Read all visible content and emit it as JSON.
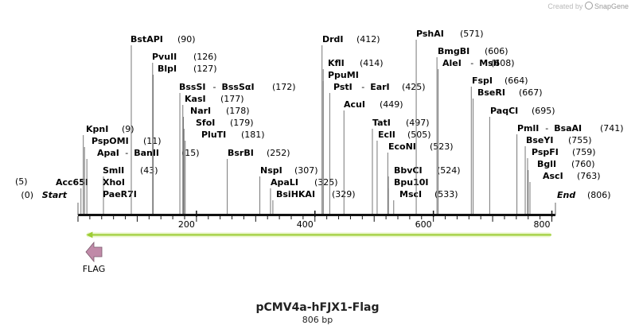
{
  "credit": {
    "prefix": "Created by",
    "brand": "SnapGene"
  },
  "map": {
    "title": "pCMV4a-hFJX1-Flag",
    "length_label": "806 bp",
    "sequence_length": 806,
    "ruler": {
      "ticks": [
        "200",
        "400",
        "600",
        "800"
      ]
    },
    "endpoints": [
      {
        "name": "Start",
        "position": 0,
        "label": "(0)"
      },
      {
        "name": "End",
        "position": 806,
        "label": "(806)"
      }
    ],
    "features": [
      {
        "name": "",
        "type": "insert-bar",
        "start": 14,
        "end": 799,
        "color": "#9ccc33"
      },
      {
        "name": "FLAG",
        "type": "arrow",
        "position": 30,
        "direction": "left",
        "color": "#c08aa8"
      }
    ],
    "sites": [
      {
        "names": [
          "Acc65I"
        ],
        "pos_label": "(5)",
        "position": 5
      },
      {
        "names": [
          "KpnI"
        ],
        "pos_label": "(9)",
        "position": 9
      },
      {
        "names": [
          "PspOMI"
        ],
        "pos_label": "(11)",
        "position": 11
      },
      {
        "names": [
          "ApaI",
          "BanII"
        ],
        "pos_label": "(15)",
        "position": 15
      },
      {
        "names": [
          "SmlI"
        ],
        "pos_label": "(43)",
        "position": 43
      },
      {
        "names": [
          "XhoI"
        ],
        "pos_label": "",
        "position": 43
      },
      {
        "names": [
          "PaeR7I"
        ],
        "pos_label": "",
        "position": 43
      },
      {
        "names": [
          "BstAPI"
        ],
        "pos_label": "(90)",
        "position": 90
      },
      {
        "names": [
          "PvuII"
        ],
        "pos_label": "(126)",
        "position": 126
      },
      {
        "names": [
          "BlpI"
        ],
        "pos_label": "(127)",
        "position": 127
      },
      {
        "names": [
          "BssSI",
          "BssSαI"
        ],
        "pos_label": "(172)",
        "position": 172
      },
      {
        "names": [
          "KasI"
        ],
        "pos_label": "(177)",
        "position": 177
      },
      {
        "names": [
          "NarI"
        ],
        "pos_label": "(178)",
        "position": 178
      },
      {
        "names": [
          "SfoI"
        ],
        "pos_label": "(179)",
        "position": 179
      },
      {
        "names": [
          "PluTI"
        ],
        "pos_label": "(181)",
        "position": 181
      },
      {
        "names": [
          "BsrBI"
        ],
        "pos_label": "(252)",
        "position": 252
      },
      {
        "names": [
          "NspI"
        ],
        "pos_label": "(307)",
        "position": 307
      },
      {
        "names": [
          "ApaLI"
        ],
        "pos_label": "(325)",
        "position": 325
      },
      {
        "names": [
          "BsiHKAI"
        ],
        "pos_label": "(329)",
        "position": 329
      },
      {
        "names": [
          "DrdI"
        ],
        "pos_label": "(412)",
        "position": 412
      },
      {
        "names": [
          "KflI"
        ],
        "pos_label": "(414)",
        "position": 414
      },
      {
        "names": [
          "PpuMI"
        ],
        "pos_label": "",
        "position": 414
      },
      {
        "names": [
          "PstI",
          "EarI"
        ],
        "pos_label": "(425)",
        "position": 425
      },
      {
        "names": [
          "AcuI"
        ],
        "pos_label": "(449)",
        "position": 449
      },
      {
        "names": [
          "TatI"
        ],
        "pos_label": "(497)",
        "position": 497
      },
      {
        "names": [
          "EclI"
        ],
        "pos_label": "(505)",
        "position": 505
      },
      {
        "names": [
          "EcoNI"
        ],
        "pos_label": "(523)",
        "position": 523
      },
      {
        "names": [
          "BbvCI"
        ],
        "pos_label": "(524)",
        "position": 524
      },
      {
        "names": [
          "Bpu10I"
        ],
        "pos_label": "",
        "position": 524
      },
      {
        "names": [
          "MscI"
        ],
        "pos_label": "(533)",
        "position": 533
      },
      {
        "names": [
          "PshAI"
        ],
        "pos_label": "(571)",
        "position": 571
      },
      {
        "names": [
          "BmgBI"
        ],
        "pos_label": "(606)",
        "position": 606
      },
      {
        "names": [
          "AleI",
          "MslI"
        ],
        "pos_label": "(608)",
        "position": 608
      },
      {
        "names": [
          "FspI"
        ],
        "pos_label": "(664)",
        "position": 664
      },
      {
        "names": [
          "BseRI"
        ],
        "pos_label": "(667)",
        "position": 667
      },
      {
        "names": [
          "PaqCI"
        ],
        "pos_label": "(695)",
        "position": 695
      },
      {
        "names": [
          "PmlI",
          "BsaAI"
        ],
        "pos_label": "(741)",
        "position": 741
      },
      {
        "names": [
          "BseYI"
        ],
        "pos_label": "(755)",
        "position": 755
      },
      {
        "names": [
          "PspFI"
        ],
        "pos_label": "(759)",
        "position": 759
      },
      {
        "names": [
          "BglI"
        ],
        "pos_label": "(760)",
        "position": 760
      },
      {
        "names": [
          "AscI"
        ],
        "pos_label": "(763)",
        "position": 763
      }
    ]
  }
}
